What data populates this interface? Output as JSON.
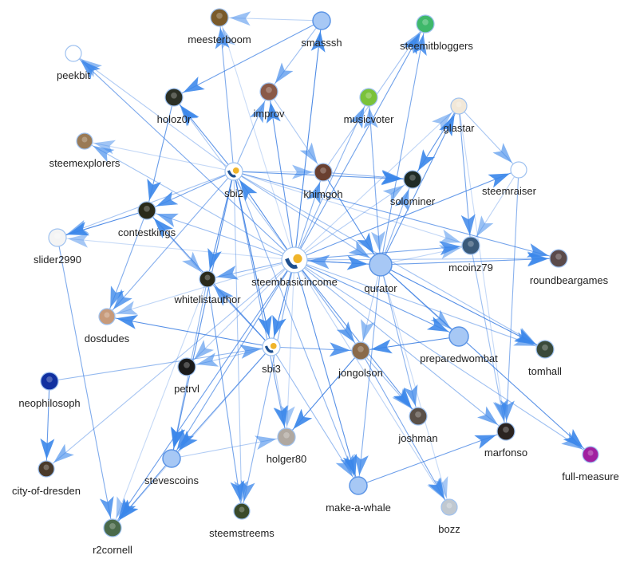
{
  "colors": {
    "edge": "#2a73e0",
    "arrow": "#3a86ea",
    "plain_node_fill": "#a7c8f5",
    "plain_node_stroke": "#5c95e6"
  },
  "nodes": [
    {
      "id": "steembasicincome",
      "label": "steembasicincome",
      "kind": "logo",
      "color": "#f0b429"
    },
    {
      "id": "sbi2",
      "label": "sbi2",
      "kind": "logo",
      "color": "#f0b429"
    },
    {
      "id": "sbi3",
      "label": "sbi3",
      "kind": "logo",
      "color": "#f0b429"
    },
    {
      "id": "qurator",
      "label": "qurator",
      "kind": "plain",
      "color": "#a7c8f5"
    },
    {
      "id": "meesterboom",
      "label": "meesterboom",
      "kind": "avatar",
      "color": "#7a5a2a"
    },
    {
      "id": "smasssh",
      "label": "smasssh",
      "kind": "plain",
      "color": "#a7c8f5"
    },
    {
      "id": "steemitbloggers",
      "label": "steemitbloggers",
      "kind": "avatar",
      "color": "#3fb86a"
    },
    {
      "id": "peekbit",
      "label": "peekbit",
      "kind": "avatar",
      "color": "#ffffff"
    },
    {
      "id": "holoz0r",
      "label": "holoz0r",
      "kind": "avatar",
      "color": "#2b2f25"
    },
    {
      "id": "improv",
      "label": "improv",
      "kind": "avatar",
      "color": "#8a5a48"
    },
    {
      "id": "musicvoter",
      "label": "musicvoter",
      "kind": "avatar",
      "color": "#7ac23a"
    },
    {
      "id": "glastar",
      "label": "glastar",
      "kind": "avatar",
      "color": "#f2e8d8"
    },
    {
      "id": "steemexplorers",
      "label": "steemexplorers",
      "kind": "avatar",
      "color": "#9a7a55"
    },
    {
      "id": "khimgoh",
      "label": "khimgoh",
      "kind": "avatar",
      "color": "#6a4030"
    },
    {
      "id": "solominer",
      "label": "solominer",
      "kind": "avatar",
      "color": "#1f2b25"
    },
    {
      "id": "steemraiser",
      "label": "steemraiser",
      "kind": "avatar",
      "color": "#ffffff"
    },
    {
      "id": "contestkings",
      "label": "contestkings",
      "kind": "avatar",
      "color": "#2a2a1a"
    },
    {
      "id": "slider2990",
      "label": "slider2990",
      "kind": "avatar",
      "color": "#f4f4f4"
    },
    {
      "id": "mcoinz79",
      "label": "mcoinz79",
      "kind": "avatar",
      "color": "#3a5a7a"
    },
    {
      "id": "roundbeargames",
      "label": "roundbeargames",
      "kind": "avatar",
      "color": "#5a4a4a"
    },
    {
      "id": "whitelistauthor",
      "label": "whitelistauthor",
      "kind": "avatar",
      "color": "#2a2a1a"
    },
    {
      "id": "dosdudes",
      "label": "dosdudes",
      "kind": "avatar",
      "color": "#c79a7a"
    },
    {
      "id": "preparedwombat",
      "label": "preparedwombat",
      "kind": "plain",
      "color": "#a7c8f5"
    },
    {
      "id": "tomhall",
      "label": "tomhall",
      "kind": "avatar",
      "color": "#3a4a3a"
    },
    {
      "id": "jongolson",
      "label": "jongolson",
      "kind": "avatar",
      "color": "#8a6a4a"
    },
    {
      "id": "petrvl",
      "label": "petrvl",
      "kind": "avatar",
      "color": "#1a1a1a"
    },
    {
      "id": "neophilosoph",
      "label": "neophilosoph",
      "kind": "avatar",
      "color": "#1030a0"
    },
    {
      "id": "joshman",
      "label": "joshman",
      "kind": "avatar",
      "color": "#5a5048"
    },
    {
      "id": "marfonso",
      "label": "marfonso",
      "kind": "avatar",
      "color": "#2a2320"
    },
    {
      "id": "holger80",
      "label": "holger80",
      "kind": "avatar",
      "color": "#b0a8a0"
    },
    {
      "id": "full-measure",
      "label": "full-measure",
      "kind": "avatar",
      "color": "#a020a0"
    },
    {
      "id": "stevescoins",
      "label": "stevescoins",
      "kind": "plain",
      "color": "#a7c8f5"
    },
    {
      "id": "city-of-dresden",
      "label": "city-of-dresden",
      "kind": "avatar",
      "color": "#4a3a2a"
    },
    {
      "id": "make-a-whale",
      "label": "make-a-whale",
      "kind": "plain",
      "color": "#a7c8f5"
    },
    {
      "id": "steemstreems",
      "label": "steemstreems",
      "kind": "avatar",
      "color": "#3a4a2a"
    },
    {
      "id": "bozz",
      "label": "bozz",
      "kind": "avatar",
      "color": "#c0c8d0"
    },
    {
      "id": "r2cornell",
      "label": "r2cornell",
      "kind": "avatar",
      "color": "#4a6a4a"
    }
  ],
  "edges": [
    [
      "steembasicincome",
      "meesterboom"
    ],
    [
      "steembasicincome",
      "peekbit"
    ],
    [
      "steembasicincome",
      "holoz0r"
    ],
    [
      "steembasicincome",
      "improv"
    ],
    [
      "steembasicincome",
      "musicvoter"
    ],
    [
      "steembasicincome",
      "glastar"
    ],
    [
      "steembasicincome",
      "steemitbloggers"
    ],
    [
      "steembasicincome",
      "steemexplorers"
    ],
    [
      "steembasicincome",
      "sbi2"
    ],
    [
      "steembasicincome",
      "khimgoh"
    ],
    [
      "steembasicincome",
      "solominer"
    ],
    [
      "steembasicincome",
      "steemraiser"
    ],
    [
      "steembasicincome",
      "contestkings"
    ],
    [
      "steembasicincome",
      "slider2990"
    ],
    [
      "steembasicincome",
      "mcoinz79"
    ],
    [
      "steembasicincome",
      "roundbeargames"
    ],
    [
      "steembasicincome",
      "qurator"
    ],
    [
      "steembasicincome",
      "whitelistauthor"
    ],
    [
      "steembasicincome",
      "dosdudes"
    ],
    [
      "steembasicincome",
      "preparedwombat"
    ],
    [
      "steembasicincome",
      "tomhall"
    ],
    [
      "steembasicincome",
      "sbi3"
    ],
    [
      "steembasicincome",
      "jongolson"
    ],
    [
      "steembasicincome",
      "petrvl"
    ],
    [
      "steembasicincome",
      "joshman"
    ],
    [
      "steembasicincome",
      "marfonso"
    ],
    [
      "steembasicincome",
      "holger80"
    ],
    [
      "steembasicincome",
      "stevescoins"
    ],
    [
      "steembasicincome",
      "city-of-dresden"
    ],
    [
      "steembasicincome",
      "make-a-whale"
    ],
    [
      "steembasicincome",
      "steemstreems"
    ],
    [
      "steembasicincome",
      "bozz"
    ],
    [
      "steembasicincome",
      "r2cornell"
    ],
    [
      "steembasicincome",
      "full-measure"
    ],
    [
      "steembasicincome",
      "smasssh"
    ],
    [
      "sbi2",
      "meesterboom"
    ],
    [
      "sbi2",
      "peekbit"
    ],
    [
      "sbi2",
      "holoz0r"
    ],
    [
      "sbi2",
      "improv"
    ],
    [
      "sbi2",
      "steemexplorers"
    ],
    [
      "sbi2",
      "contestkings"
    ],
    [
      "sbi2",
      "slider2990"
    ],
    [
      "sbi2",
      "whitelistauthor"
    ],
    [
      "sbi2",
      "dosdudes"
    ],
    [
      "sbi2",
      "khimgoh"
    ],
    [
      "sbi2",
      "solominer"
    ],
    [
      "sbi2",
      "qurator"
    ],
    [
      "sbi2",
      "sbi3"
    ],
    [
      "sbi2",
      "holger80"
    ],
    [
      "sbi2",
      "steemstreems"
    ],
    [
      "sbi2",
      "stevescoins"
    ],
    [
      "sbi2",
      "make-a-whale"
    ],
    [
      "sbi2",
      "mcoinz79"
    ],
    [
      "sbi2",
      "roundbeargames"
    ],
    [
      "sbi2",
      "tomhall"
    ],
    [
      "sbi3",
      "dosdudes"
    ],
    [
      "sbi3",
      "whitelistauthor"
    ],
    [
      "sbi3",
      "holger80"
    ],
    [
      "sbi3",
      "stevescoins"
    ],
    [
      "sbi3",
      "make-a-whale"
    ],
    [
      "sbi3",
      "r2cornell"
    ],
    [
      "sbi3",
      "jongolson"
    ],
    [
      "sbi3",
      "petrvl"
    ],
    [
      "sbi3",
      "contestkings"
    ],
    [
      "qurator",
      "solominer"
    ],
    [
      "qurator",
      "mcoinz79"
    ],
    [
      "qurator",
      "roundbeargames"
    ],
    [
      "qurator",
      "preparedwombat"
    ],
    [
      "qurator",
      "tomhall"
    ],
    [
      "qurator",
      "make-a-whale"
    ],
    [
      "qurator",
      "jongolson"
    ],
    [
      "qurator",
      "glastar"
    ],
    [
      "qurator",
      "steembasicincome"
    ],
    [
      "qurator",
      "bozz"
    ],
    [
      "qurator",
      "steemitbloggers"
    ],
    [
      "qurator",
      "musicvoter"
    ],
    [
      "qurator",
      "full-measure"
    ],
    [
      "qurator",
      "joshman"
    ],
    [
      "smasssh",
      "meesterboom"
    ],
    [
      "smasssh",
      "holoz0r"
    ],
    [
      "smasssh",
      "improv"
    ],
    [
      "contestkings",
      "slider2990"
    ],
    [
      "contestkings",
      "dosdudes"
    ],
    [
      "contestkings",
      "whitelistauthor"
    ],
    [
      "neophilosoph",
      "city-of-dresden"
    ],
    [
      "neophilosoph",
      "sbi3"
    ],
    [
      "glastar",
      "marfonso"
    ],
    [
      "glastar",
      "mcoinz79"
    ],
    [
      "glastar",
      "steemraiser"
    ],
    [
      "glastar",
      "solominer"
    ],
    [
      "steemraiser",
      "marfonso"
    ],
    [
      "steemraiser",
      "mcoinz79"
    ],
    [
      "make-a-whale",
      "marfonso"
    ],
    [
      "mcoinz79",
      "marfonso"
    ],
    [
      "preparedwombat",
      "jongolson"
    ],
    [
      "slider2990",
      "r2cornell"
    ],
    [
      "stevescoins",
      "holger80"
    ],
    [
      "stevescoins",
      "r2cornell"
    ],
    [
      "whitelistauthor",
      "stevescoins"
    ],
    [
      "whitelistauthor",
      "r2cornell"
    ],
    [
      "whitelistauthor",
      "steemstreems"
    ],
    [
      "khimgoh",
      "steemitbloggers"
    ],
    [
      "khimgoh",
      "qurator"
    ],
    [
      "khimgoh",
      "solominer"
    ],
    [
      "musicvoter",
      "qurator"
    ],
    [
      "holoz0r",
      "contestkings"
    ],
    [
      "jongolson",
      "joshman"
    ],
    [
      "jongolson",
      "holger80"
    ],
    [
      "jongolson",
      "bozz"
    ],
    [
      "improv",
      "khimgoh"
    ]
  ]
}
